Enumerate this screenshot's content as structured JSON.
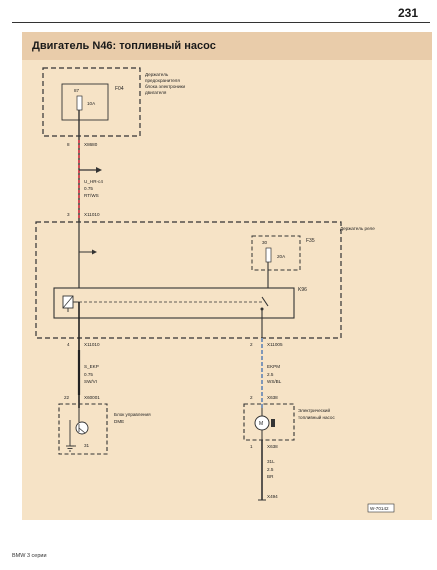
{
  "page_number": "231",
  "title": "Двигатель N46: топливный насос",
  "footer": "BMW 3 серии",
  "fuse_holder": {
    "id": "F04",
    "desc": [
      "Держатель",
      "предохранителя",
      "блока электроники",
      "двигателя"
    ],
    "terminal": "87",
    "rating": "10A"
  },
  "connector_top": {
    "pin": "8",
    "id": "X8680"
  },
  "wire_top": {
    "name": "U_HR-c4",
    "gauge": "0.75",
    "color": "RT/WS"
  },
  "connector_relay_in": {
    "pin": "3",
    "id": "X11010"
  },
  "relay_holder": {
    "desc": "Держатель реле",
    "fuse_id": "F35",
    "fuse_terminal": "30",
    "fuse_rating": "20A",
    "relay_id": "K96"
  },
  "connector_left_out": {
    "pin": "4",
    "id": "X11010"
  },
  "connector_right_out": {
    "pin": "2",
    "id": "X11005"
  },
  "wire_left": {
    "name": "S_EKP",
    "gauge": "0.75",
    "color": "SW/VI"
  },
  "wire_right": {
    "name": "EKPM",
    "gauge": "2.5",
    "color": "WS/BL"
  },
  "dme": {
    "pin": "22",
    "connector": "X60001",
    "desc": [
      "Блок управления",
      "DME"
    ],
    "ground_pin": "31"
  },
  "pump": {
    "pin_top": "2",
    "connector_top": "X638",
    "desc": [
      "Электрический",
      "топливный насос"
    ],
    "symbol": "M",
    "pin_bottom": "1",
    "connector_bottom": "X638"
  },
  "wire_ground": {
    "name": "31L",
    "gauge": "2.5",
    "color": "BR"
  },
  "ground_point": "X494",
  "diagram_code": "W-70142",
  "colors": {
    "wire_red_white": "#d8434f",
    "wire_black_violet": "#222222",
    "wire_white_blue": "#7f97b8",
    "wire_brown": "#333333",
    "sheet": "#f6e3c6",
    "title_bar": "#e9ccaa"
  }
}
